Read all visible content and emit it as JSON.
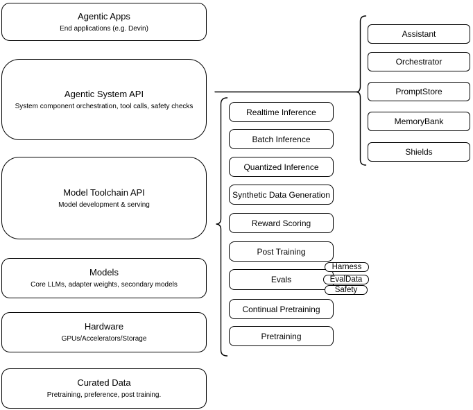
{
  "diagram": {
    "left_stack": [
      {
        "title": "Agentic Apps",
        "subtitle": "End applications (e.g. Devin)"
      },
      {
        "title": "Agentic System API",
        "subtitle": "System component orchestration, tool calls, safety checks"
      },
      {
        "title": "Model Toolchain API",
        "subtitle": "Model development & serving"
      },
      {
        "title": "Models",
        "subtitle": "Core LLMs, adapter weights, secondary models"
      },
      {
        "title": "Hardware",
        "subtitle": "GPUs/Accelerators/Storage"
      },
      {
        "title": "Curated Data",
        "subtitle": "Pretraining, preference, post training."
      }
    ],
    "toolchain": {
      "items": [
        "Realtime Inference",
        "Batch Inference",
        "Quantized Inference",
        "Synthetic Data Generation",
        "Reward Scoring",
        "Post Training",
        "Evals",
        "Continual Pretraining",
        "Pretraining"
      ]
    },
    "system_components": {
      "items": [
        "Assistant",
        "Orchestrator",
        "PromptStore",
        "MemoryBank",
        "Shields"
      ]
    },
    "evals_pills": {
      "items": [
        "Harness",
        "EvalData",
        "Safety"
      ]
    },
    "colors": {
      "stroke": "#000000",
      "fill": "#ffffff",
      "text": "#000000"
    }
  }
}
